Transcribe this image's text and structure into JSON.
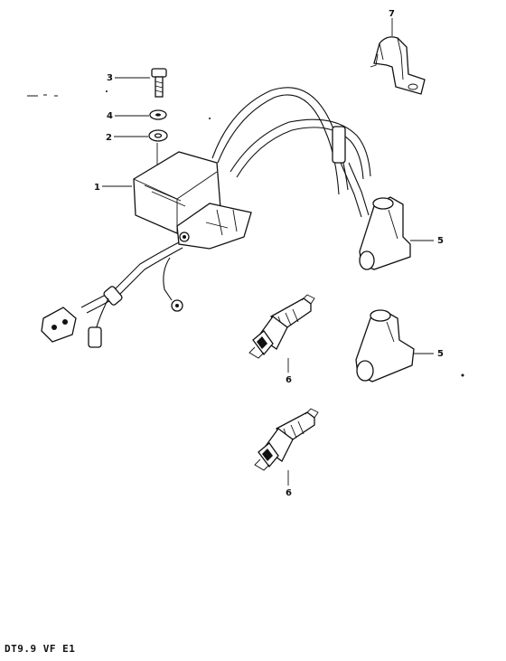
{
  "diagram": {
    "footer_code": "DT9.9 VF E1",
    "callouts": {
      "ignition_coil": "1",
      "washer": "2",
      "bolt": "3",
      "lock_washer": "4",
      "spark_plug_cap_upper": "5",
      "spark_plug_cap_lower": "5",
      "spark_plug_upper": "6",
      "spark_plug_lower": "6",
      "clamp": "7"
    }
  }
}
